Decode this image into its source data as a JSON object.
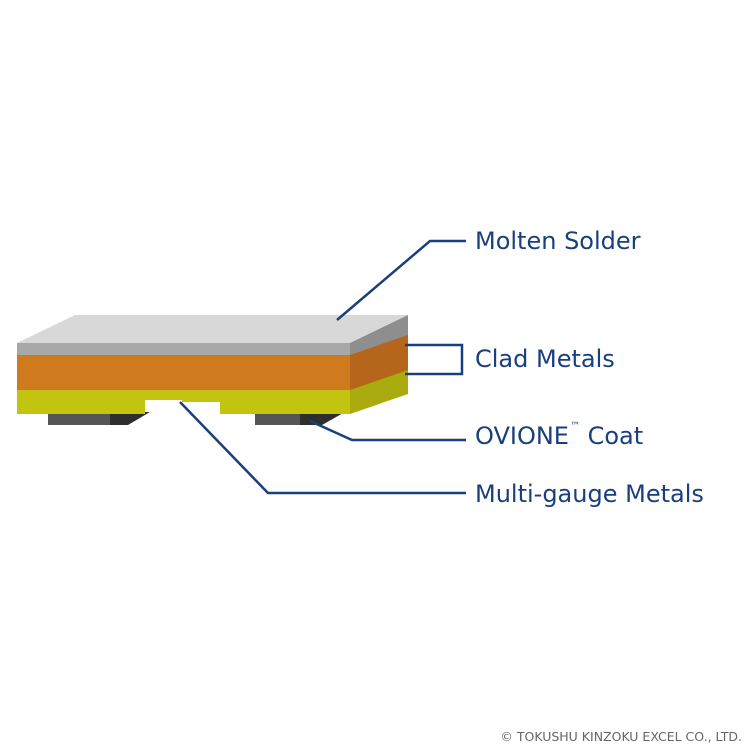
{
  "labels": {
    "molten_solder": "Molten Solder",
    "clad_metals": "Clad Metals",
    "ovione_coat": "OVIONE",
    "ovione_coat_tm": "™",
    "ovione_coat_suffix": " Coat",
    "multi_gauge_metals": "Multi-gauge Metals"
  },
  "copyright": "© TOKUSHU KINZOKU EXCEL CO., LTD.",
  "colors": {
    "label_text": "#1a3f7d",
    "leader_line": "#1a3f7d",
    "solder_top": "#d6d6d6",
    "solder_front": "#a6a6a6",
    "clad_copper": "#cf7a1d",
    "clad_copper_side": "#b5661a",
    "clad_yellow": "#c2c410",
    "clad_yellow_side": "#a9ab0e",
    "coat_pad": "#555555"
  }
}
